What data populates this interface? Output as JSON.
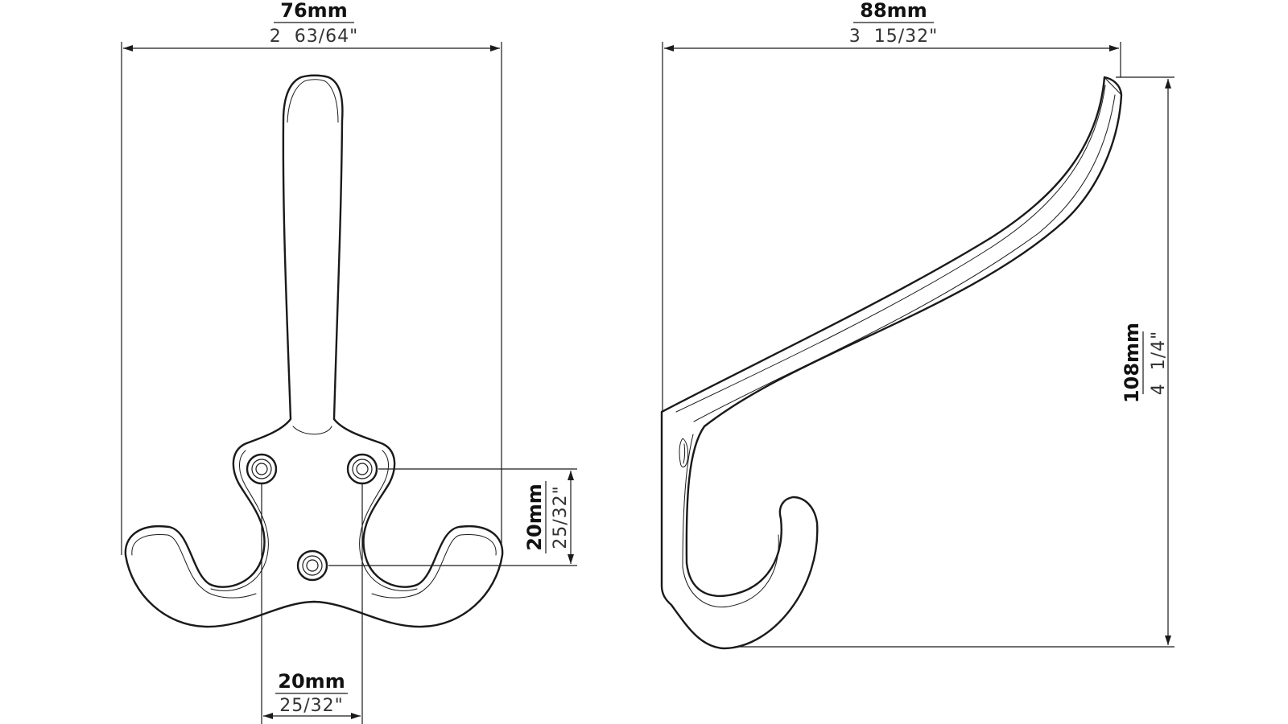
{
  "front_view": {
    "width_dimension": {
      "metric": "76mm",
      "imperial": "2  63/64\""
    },
    "vertical_hole_spacing": {
      "metric": "20mm",
      "imperial": "25/32\""
    },
    "horizontal_hole_spacing": {
      "metric": "20mm",
      "imperial": "25/32\""
    }
  },
  "side_view": {
    "depth_dimension": {
      "metric": "88mm",
      "imperial": "3  15/32\""
    },
    "height_dimension": {
      "metric": "108mm",
      "imperial": "4  1/4\""
    }
  },
  "colors": {
    "line": "#1a1a1a",
    "background": "#ffffff"
  }
}
